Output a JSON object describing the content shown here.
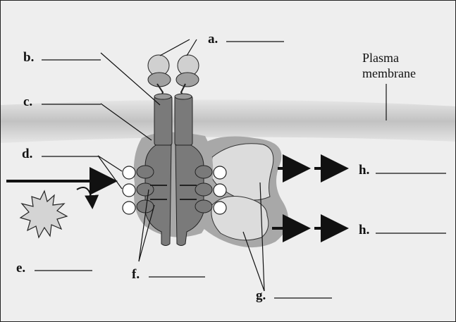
{
  "labels": {
    "a": "a.",
    "b": "b.",
    "c": "c.",
    "d": "d.",
    "e": "e.",
    "f": "f.",
    "g": "g.",
    "h1": "h.",
    "h2": "h."
  },
  "plasma_membrane": {
    "line1": "Plasma",
    "line2": "membrane"
  },
  "colors": {
    "background": "#eeeeee",
    "membrane": "#c6c6c6",
    "receptor": "#7a7a7a",
    "relay_protein": "#dcdcdc",
    "halo": "#a8a8a8",
    "phosphate": "#ffffff",
    "ligand": "#cfcfcf",
    "lines": "#111111"
  }
}
